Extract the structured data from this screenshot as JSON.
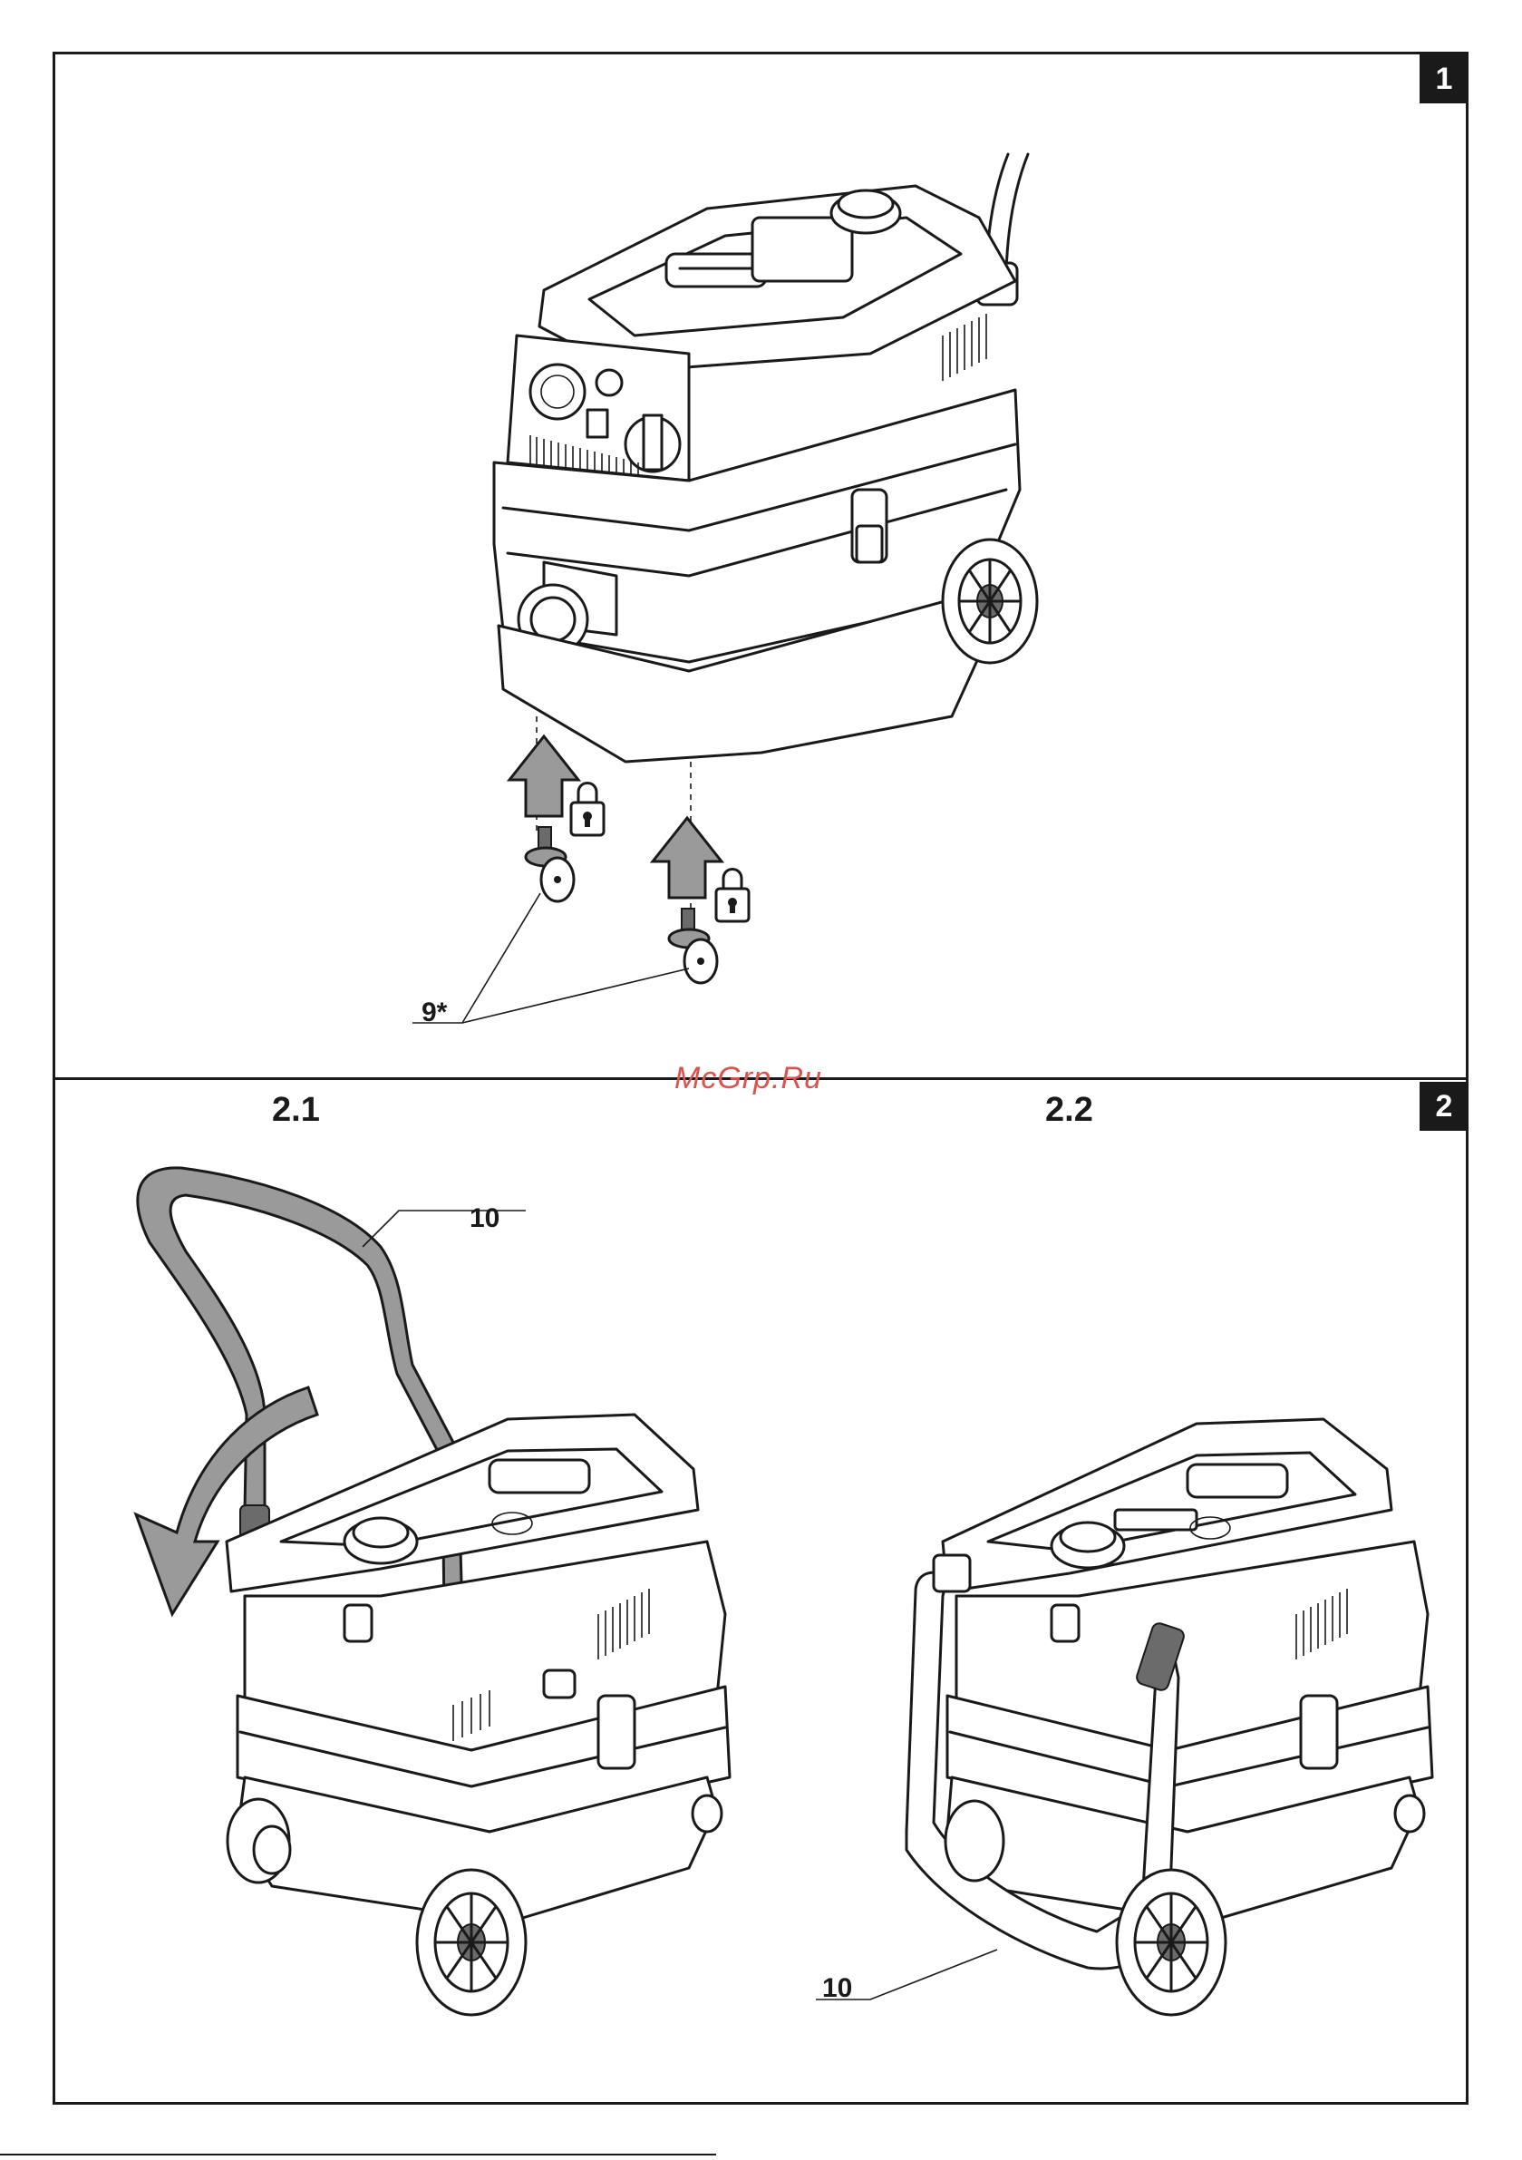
{
  "panels": {
    "panel1": {
      "number": "1"
    },
    "panel2": {
      "number": "2",
      "sub_left": "2.1",
      "sub_right": "2.2"
    }
  },
  "callouts": {
    "casters": "9*",
    "handle_top": "10",
    "handle_bottom": "10"
  },
  "watermark": "McGrp.Ru",
  "icons": [
    "lock-icon",
    "arrow-up-icon",
    "curved-arrow-icon"
  ]
}
